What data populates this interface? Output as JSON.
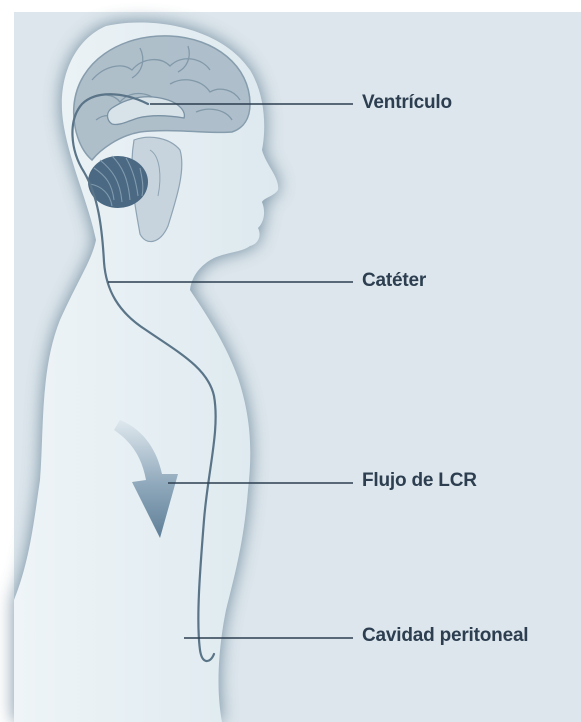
{
  "diagram": {
    "colors": {
      "background": "#dde6ec",
      "body_fill": "#e4eef3",
      "shadow": "#4a6a82",
      "brain": "#8fa5b5",
      "cerebellum": "#4b6983",
      "catheter": "#5a7488",
      "arrow": "#6e8ba2",
      "leader_line": "#2c3e50",
      "label_text": "#2c3e50"
    },
    "labels": {
      "ventricle": "Ventrículo",
      "catheter": "Catéter",
      "csf_flow": "Flujo de LCR",
      "peritoneal_cavity": "Cavidad peritoneal"
    }
  }
}
